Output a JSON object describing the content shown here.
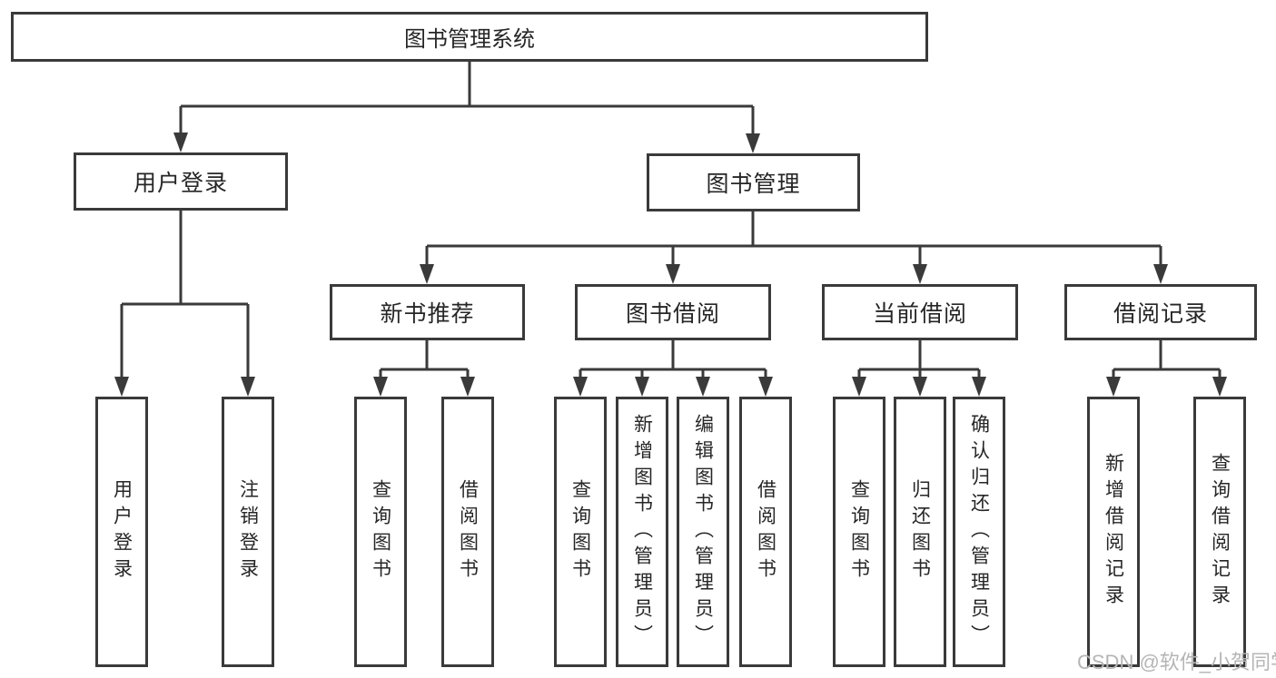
{
  "diagram": {
    "tree": {
      "label": "图书管理系统",
      "children": [
        {
          "label": "用户登录",
          "children": [
            {
              "label": "用户登录"
            },
            {
              "label": "注销登录"
            }
          ]
        },
        {
          "label": "图书管理",
          "children": [
            {
              "label": "新书推荐",
              "children": [
                {
                  "label": "查询图书"
                },
                {
                  "label": "借阅图书"
                }
              ]
            },
            {
              "label": "图书借阅",
              "children": [
                {
                  "label": "查询图书"
                },
                {
                  "label": "新增图书（管理员）"
                },
                {
                  "label": "编辑图书（管理员）"
                },
                {
                  "label": "借阅图书"
                }
              ]
            },
            {
              "label": "当前借阅",
              "children": [
                {
                  "label": "查询图书"
                },
                {
                  "label": "归还图书"
                },
                {
                  "label": "确认归还（管理员）"
                }
              ]
            },
            {
              "label": "借阅记录",
              "children": [
                {
                  "label": "新增借阅记录"
                },
                {
                  "label": "查询借阅记录"
                }
              ]
            }
          ]
        }
      ]
    },
    "colors": {
      "line": "#3a3a3a",
      "text": "#262626",
      "background": "#ffffff",
      "watermark_text_color": "#b5b5b5"
    }
  },
  "watermark": {
    "text": "CSDN @软件_小贺同学"
  }
}
